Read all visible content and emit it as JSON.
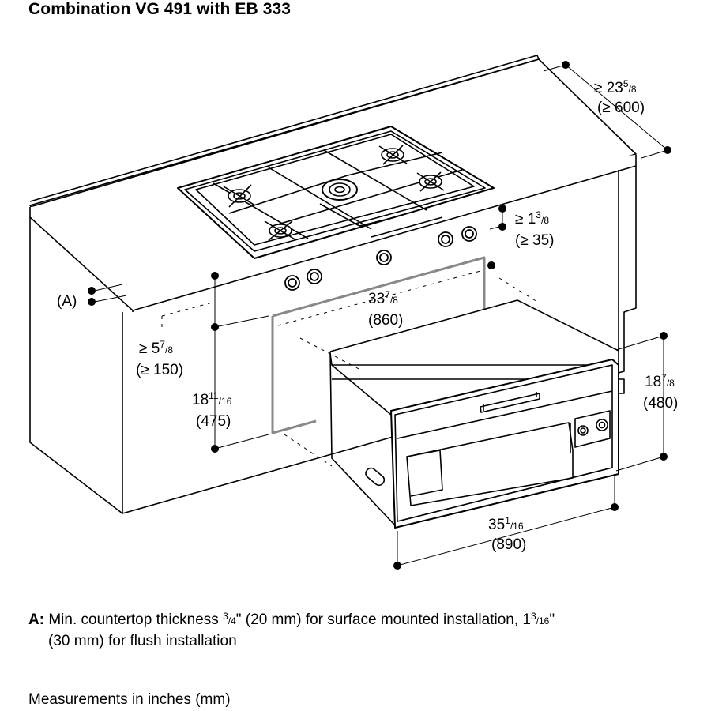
{
  "title": "Combination VG 491 with EB 333",
  "dimensions": {
    "depth": {
      "whole": "≥ 23",
      "num": "5",
      "den": "8",
      "metric": "(≥ 600)"
    },
    "knob_gap": {
      "whole": "≥ 1",
      "num": "3",
      "den": "8",
      "metric": "(≥ 35)"
    },
    "cutout_width": {
      "whole": "33",
      "num": "7",
      "den": "8",
      "metric": "(860)"
    },
    "top_gap": {
      "whole": "≥ 5",
      "num": "7",
      "den": "8",
      "metric": "(≥ 150)"
    },
    "cutout_height": {
      "whole": "18",
      "num": "11",
      "den": "16",
      "metric": "(475)"
    },
    "oven_height": {
      "whole": "18",
      "num": "7",
      "den": "8",
      "metric": "(480)"
    },
    "oven_width": {
      "whole": "35",
      "num": "1",
      "den": "16",
      "metric": "(890)"
    },
    "countertop_marker": "(A)"
  },
  "note_a": {
    "key": "A:",
    "text_1": "Min. countertop thickness ",
    "frac_1_num": "3",
    "frac_1_den": "4",
    "text_2": "\" (20 mm) for surface mounted installation, 1",
    "frac_2_num": "3",
    "frac_2_den": "16",
    "text_3": "\"",
    "text_4": "(30 mm) for flush installation"
  },
  "measure_note": "Measurements in inches (mm)"
}
